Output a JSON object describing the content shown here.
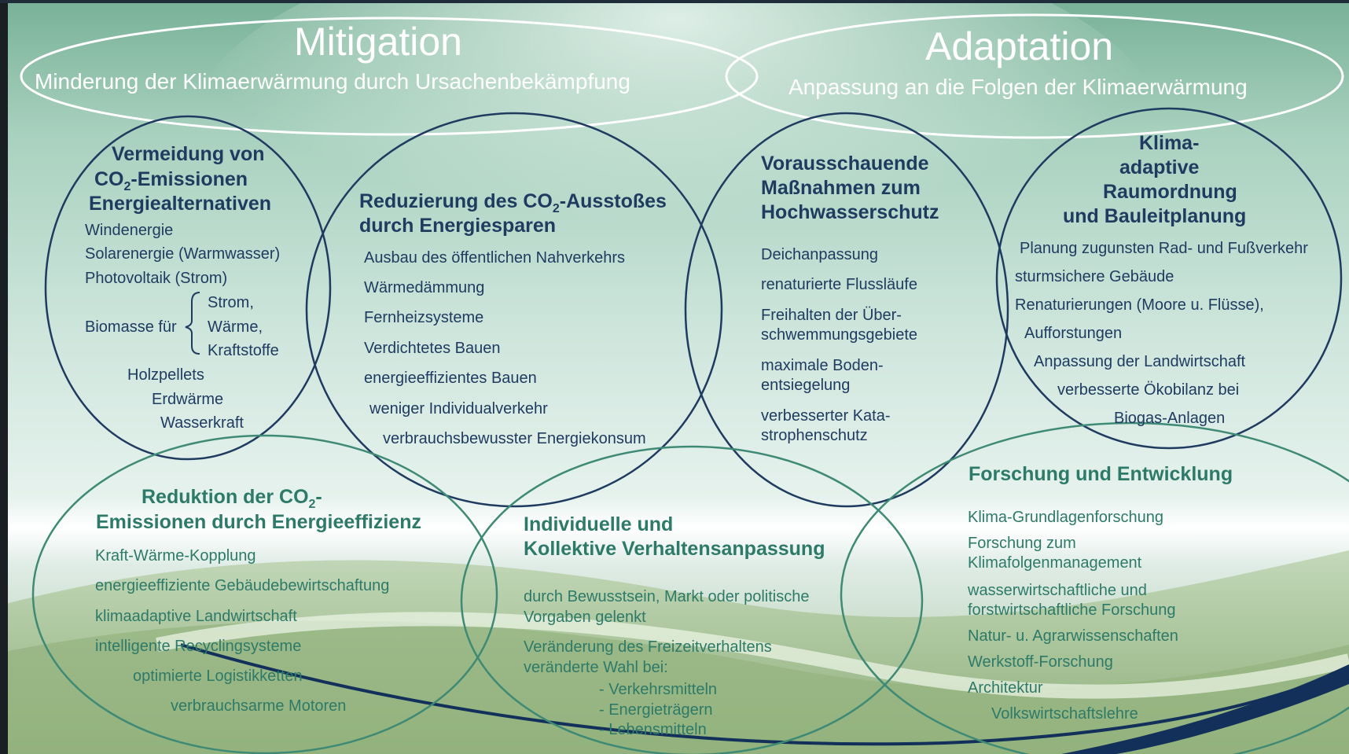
{
  "colors": {
    "bg_top": "#8bbfa6",
    "bg_mid": "#c7e2d8",
    "bg_bottom": "#8fb07c",
    "circle_navy": "#1f3b60",
    "circle_teal": "#3f8a75",
    "text_navy": "#1f3b60",
    "text_teal": "#2e7a68",
    "title_white": "#ffffff",
    "swoosh_navy": "#12305a"
  },
  "mitigation": {
    "title": "Mitigation",
    "subtitle": "Minderung der Klimaerwärmung durch Ursachenbekämpfung"
  },
  "adaptation": {
    "title": "Adaptation",
    "subtitle": "Anpassung an die Folgen der Klimaerwärmung"
  },
  "vermeidung": {
    "heading_line1": "Vermeidung von",
    "heading_co2": "CO",
    "heading_co2_sub": "2",
    "heading_line2_rest": "-Emissionen",
    "heading_line3": "Energiealternativen",
    "items": [
      "Windenergie",
      "Solarenergie (Warmwasser)",
      "Photovoltaik (Strom)"
    ],
    "biomasse_label": "Biomasse für",
    "biomasse_uses": [
      "Strom,",
      "Wärme,",
      "Kraftstoffe"
    ],
    "more_items": [
      "Holzpellets",
      "Erdwärme",
      "Wasserkraft"
    ]
  },
  "reduzierung": {
    "heading_pre": "Reduzierung des CO",
    "heading_sub": "2",
    "heading_post": "-Ausstoßes",
    "heading_line2": "durch Energiesparen",
    "items": [
      "Ausbau des öffentlichen Nahverkehrs",
      "Wärmedämmung",
      "Fernheizsysteme",
      "Verdichtetes Bauen",
      "energieeffizientes Bauen",
      "weniger Individualverkehr",
      "verbrauchsbewusster Energiekonsum"
    ]
  },
  "hochwasser": {
    "heading": [
      "Vorausschauende",
      "Maßnahmen zum",
      "Hochwasserschutz"
    ],
    "items": [
      "Deichanpassung",
      "renaturierte Flussläufe",
      "Freihalten der Über-",
      "schwemmungsgebiete",
      "maximale Boden-",
      "entsiegelung",
      "verbesserter Kata-",
      "strophenschutz"
    ]
  },
  "raumordnung": {
    "heading": [
      "Klima-",
      "adaptive",
      "Raumordnung",
      "und Bauleitplanung"
    ],
    "items": [
      "Planung zugunsten Rad- und Fußverkehr",
      "sturmsichere Gebäude",
      "Renaturierungen (Moore u. Flüsse),",
      "Aufforstungen",
      "Anpassung der Landwirtschaft",
      "verbesserte Ökobilanz  bei",
      "Biogas-Anlagen"
    ]
  },
  "effizienz": {
    "heading_pre": "Reduktion der CO",
    "heading_sub": "2",
    "heading_post": "-",
    "heading_line2": "Emissionen durch Energieeffizienz",
    "items": [
      "Kraft-Wärme-Kopplung",
      "energieeffiziente Gebäudebewirtschaftung",
      "klimaadaptive Landwirtschaft",
      "intelligente Recyclingsysteme",
      "optimierte Logistikketten",
      "verbrauchsarme Motoren"
    ]
  },
  "verhalten": {
    "heading": [
      "Individuelle und",
      "Kollektive Verhaltensanpassung"
    ],
    "items": [
      "durch Bewusstsein, Markt oder politische",
      "Vorgaben gelenkt",
      "Veränderung des Freizeitverhaltens",
      "veränderte Wahl bei:",
      "- Verkehrsmitteln",
      "- Energieträgern",
      "- Lebensmitteln"
    ]
  },
  "forschung": {
    "heading": "Forschung  und Entwicklung",
    "items": [
      "Klima-Grundlagenforschung",
      "Forschung zum",
      "Klimafolgenmanagement",
      "wasserwirtschaftliche und",
      "forstwirtschaftliche Forschung",
      "Natur- u. Agrarwissenschaften",
      "Werkstoff-Forschung",
      "Architektur",
      "Volkswirtschaftslehre"
    ]
  }
}
